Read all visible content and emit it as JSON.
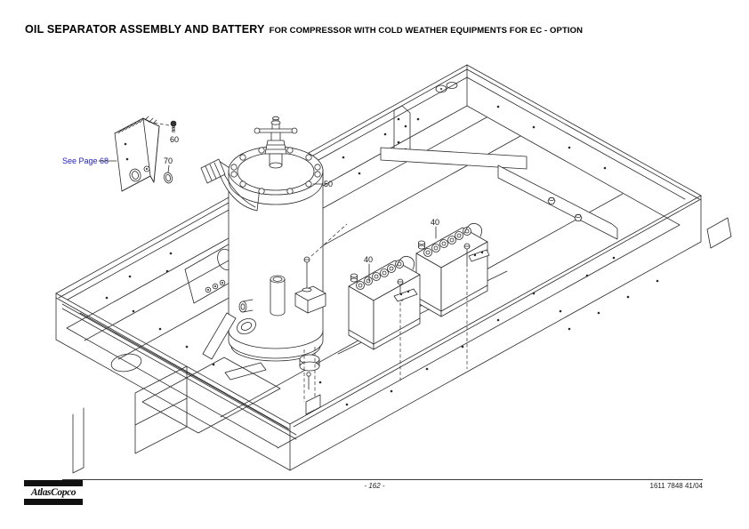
{
  "header": {
    "title_main": "OIL SEPARATOR ASSEMBLY AND BATTERY",
    "title_sub": "FOR COMPRESSOR WITH COLD WEATHER EQUIPMENTS FOR EC - OPTION"
  },
  "diagram": {
    "reference_link": "See Page 68",
    "labels": {
      "oil_separator": "50",
      "battery_left": "40",
      "battery_right": "40",
      "screw": "60",
      "washer": "70"
    },
    "colors": {
      "line": "#2a2a2a",
      "link_blue": "#2121bf"
    }
  },
  "footer": {
    "brand": "AtlasCopco",
    "page_number": "- 162 -",
    "document_number": "1611 7848 41/04"
  }
}
